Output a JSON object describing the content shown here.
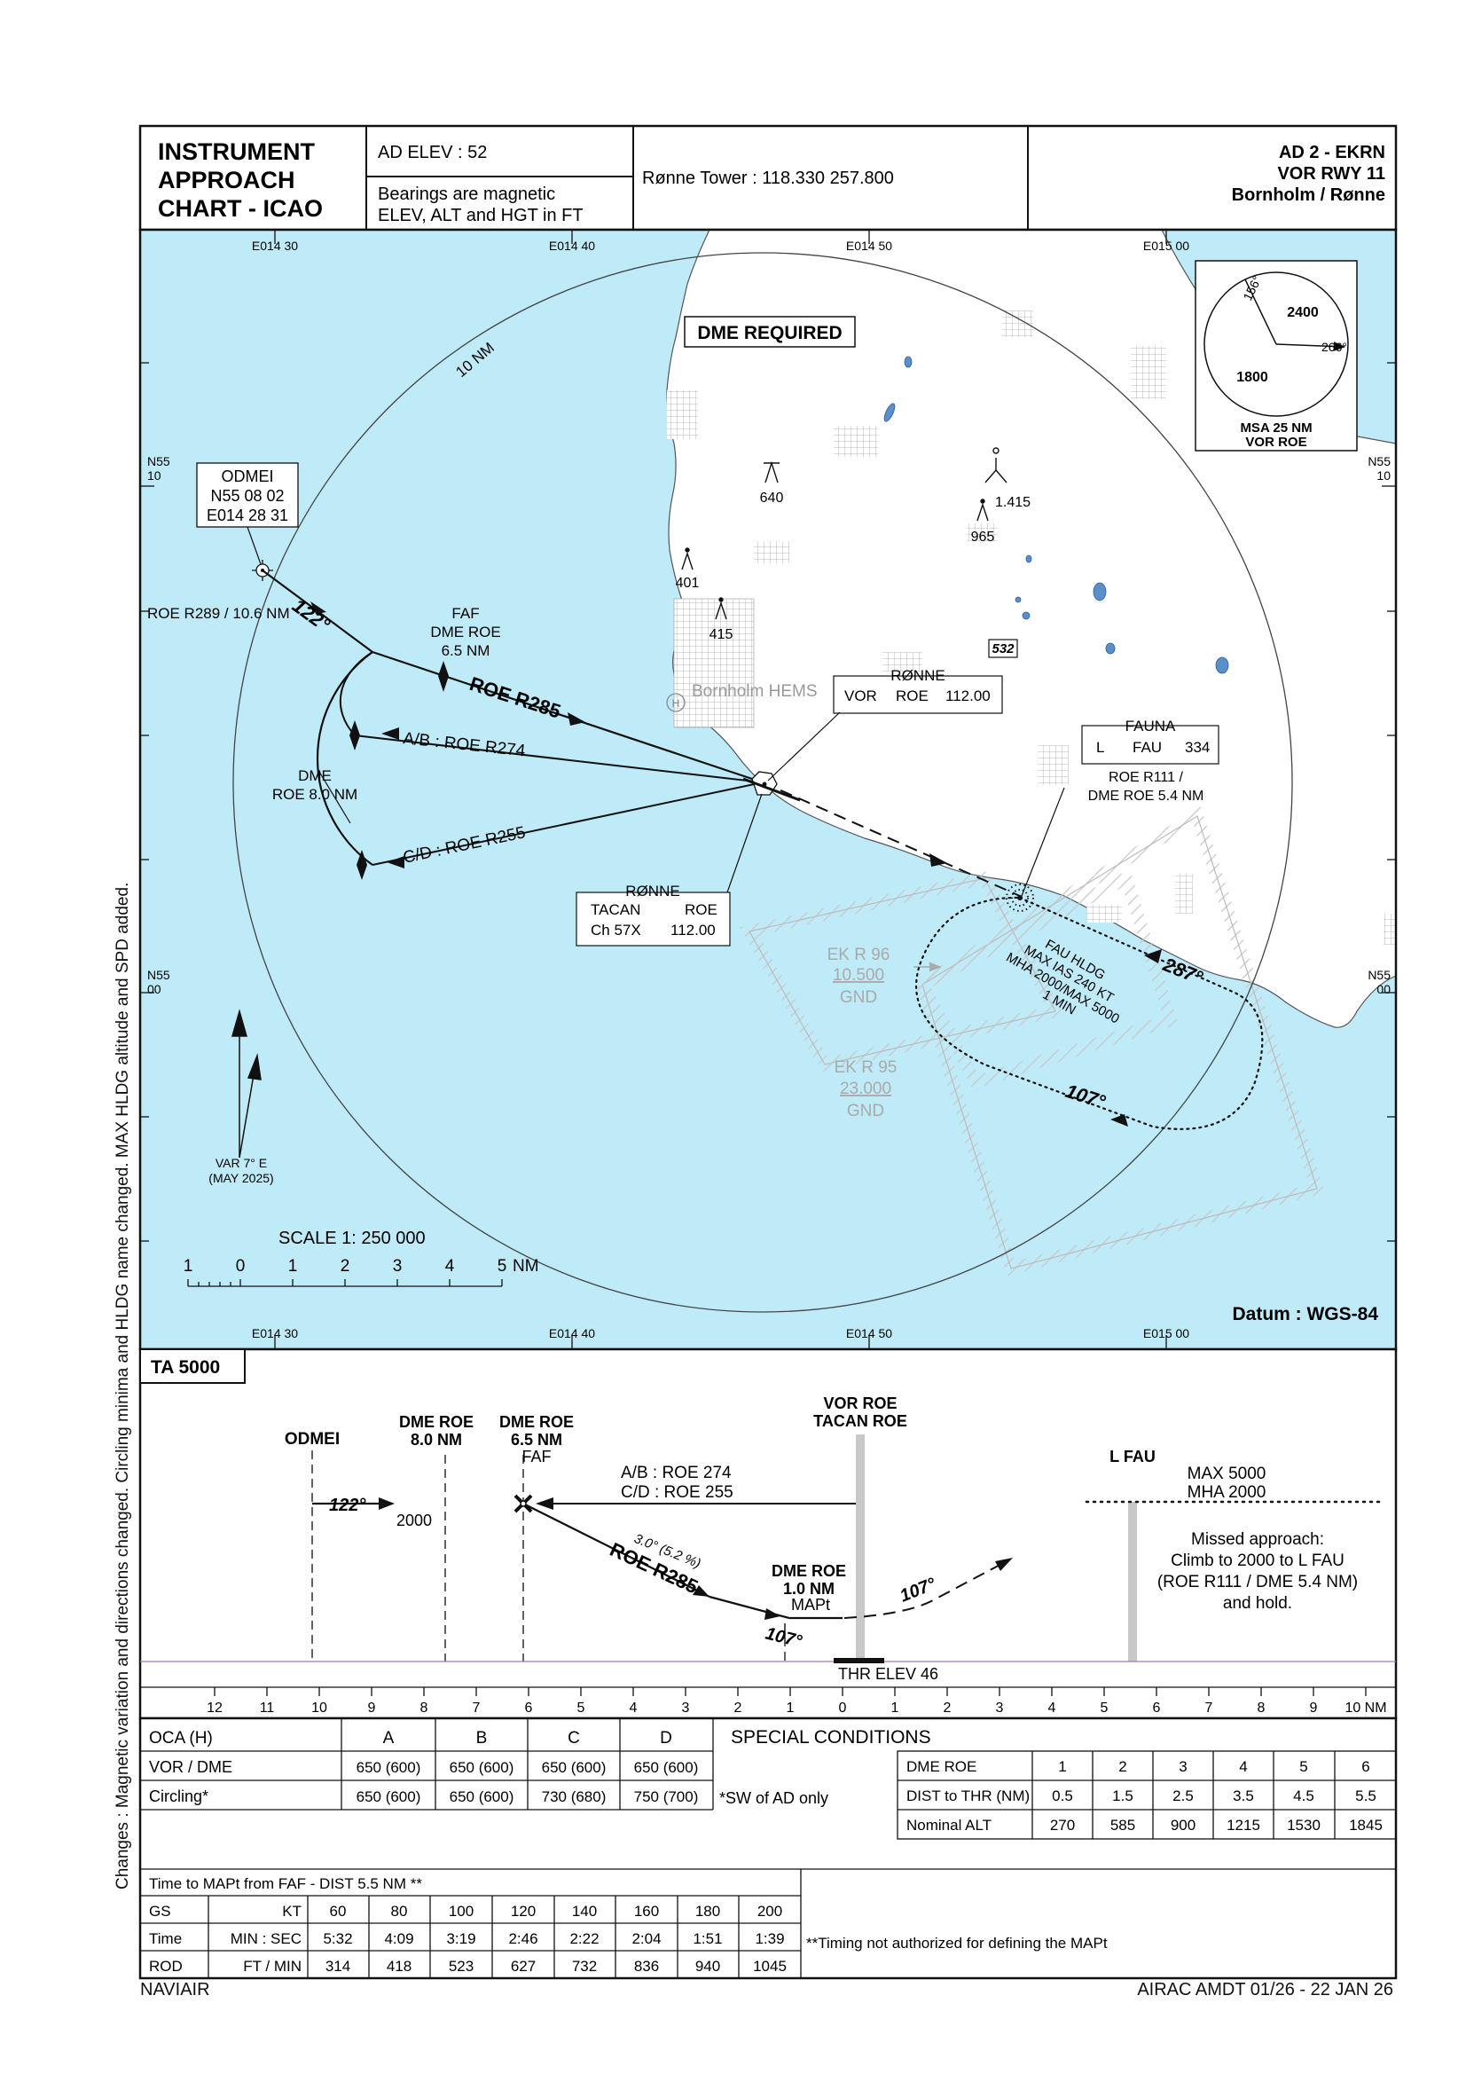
{
  "header": {
    "title_lines": [
      "INSTRUMENT",
      "APPROACH",
      "CHART - ICAO"
    ],
    "ad_elev": "AD ELEV : 52",
    "bearings": [
      "Bearings are magnetic",
      "ELEV, ALT and HGT in FT"
    ],
    "tower": "Rønne Tower : 118.330  257.800",
    "ident_lines": [
      "AD 2 - EKRN",
      "VOR RWY 11",
      "Bornholm / Rønne"
    ]
  },
  "map": {
    "lon_ticks": [
      "E014 30",
      "E014 40",
      "E014 50",
      "E015 00"
    ],
    "lat_ticks": [
      {
        "n": "N55",
        "m": "10"
      },
      {
        "n": "N55",
        "m": "00"
      }
    ],
    "dme_required": "DME REQUIRED",
    "ring_label": "10 NM",
    "msa": {
      "alt_ne": "2400",
      "alt_sw": "1800",
      "brg_1": "156°",
      "brg_2": "266°",
      "label": [
        "MSA 25 NM",
        "VOR ROE"
      ]
    },
    "odmei_box": [
      "ODMEI",
      "N55 08 02",
      "E014 28 31"
    ],
    "odmei_radial": "ROE R289 / 10.6 NM",
    "odmei_course": "122°",
    "faf_label": [
      "FAF",
      "DME ROE",
      "6.5 NM"
    ],
    "final_radial": "ROE R285",
    "ab_leg": "A/B : ROE R274",
    "cd_leg": "C/D : ROE R255",
    "dme_arc": [
      "DME",
      "ROE 8.0 NM"
    ],
    "obstacles": [
      "640",
      "401",
      "415",
      "1.415",
      "965"
    ],
    "spot_elev": "532",
    "hems": "Bornholm HEMS",
    "vor_box": {
      "title": "RØNNE",
      "type": "VOR",
      "ident": "ROE",
      "freq": "112.00"
    },
    "tacan_box": {
      "title": "RØNNE",
      "type": "TACAN",
      "ident": "ROE",
      "ch": "Ch  57X",
      "freq": "112.00"
    },
    "fauna_box": {
      "title": "FAUNA",
      "type": "L",
      "ident": "FAU",
      "freq": "334"
    },
    "fau_fix": [
      "ROE R111 /",
      "DME ROE 5.4 NM"
    ],
    "hold_label": [
      "FAU HLDG",
      "MAX IAS 240 KT",
      "MHA 2000/MAX 5000",
      "1 MIN"
    ],
    "hold_inbound": "287°",
    "hold_outbound": "107°",
    "area_r96": [
      "EK R 96",
      "10.500",
      "GND"
    ],
    "area_r95": [
      "EK R 95",
      "23.000",
      "GND"
    ],
    "variation": [
      "VAR 7° E",
      "(MAY 2025)"
    ],
    "scale_title": "SCALE 1: 250 000",
    "scale_ticks": [
      "1",
      "0",
      "1",
      "2",
      "3",
      "4",
      "5"
    ],
    "scale_unit": "NM",
    "datum": "Datum : WGS-84"
  },
  "profile": {
    "ta": "TA 5000",
    "odmei": "ODMEI",
    "dme8": [
      "DME ROE",
      "8.0 NM"
    ],
    "dme65": [
      "DME ROE",
      "6.5 NM",
      "FAF"
    ],
    "vor": [
      "VOR ROE",
      "TACAN ROE"
    ],
    "lfau": "L FAU",
    "course_122": "122°",
    "alt_2000": "2000",
    "legs": [
      "A/B : ROE 274",
      "C/D : ROE 255"
    ],
    "glide": "3.0° (5.2 %)",
    "final": "ROE R285",
    "mapt": [
      "DME ROE",
      "1.0 NM",
      "MAPt"
    ],
    "course_107": "107°",
    "miss_107": "107°",
    "hold_alt": [
      "MAX 5000",
      "MHA 2000"
    ],
    "missed": [
      "Missed approach:",
      "Climb to 2000 to L FAU",
      "(ROE R111 / DME 5.4 NM)",
      "and hold."
    ],
    "thr": "THR ELEV 46",
    "axis": [
      "12",
      "11",
      "10",
      "9",
      "8",
      "7",
      "6",
      "5",
      "4",
      "3",
      "2",
      "1",
      "0",
      "1",
      "2",
      "3",
      "4",
      "5",
      "6",
      "7",
      "8",
      "9",
      "10 NM"
    ]
  },
  "minima": {
    "headers": [
      "OCA (H)",
      "A",
      "B",
      "C",
      "D"
    ],
    "rows": [
      [
        "VOR / DME",
        "650 (600)",
        "650 (600)",
        "650 (600)",
        "650 (600)"
      ],
      [
        "Circling*",
        "650 (600)",
        "650 (600)",
        "730 (680)",
        "750 (700)"
      ]
    ],
    "note": "*SW of AD only",
    "special": "SPECIAL CONDITIONS"
  },
  "dme_table": {
    "rows": [
      [
        "DME ROE",
        "1",
        "2",
        "3",
        "4",
        "5",
        "6"
      ],
      [
        "DIST to THR (NM)",
        "0.5",
        "1.5",
        "2.5",
        "3.5",
        "4.5",
        "5.5"
      ],
      [
        "Nominal ALT",
        "270",
        "585",
        "900",
        "1215",
        "1530",
        "1845"
      ]
    ]
  },
  "timing": {
    "title": "Time to MAPt from FAF - DIST 5.5 NM **",
    "rows": [
      [
        "GS",
        "KT",
        "60",
        "80",
        "100",
        "120",
        "140",
        "160",
        "180",
        "200"
      ],
      [
        "Time",
        "MIN : SEC",
        "5:32",
        "4:09",
        "3:19",
        "2:46",
        "2:22",
        "2:04",
        "1:51",
        "1:39"
      ],
      [
        "ROD",
        "FT / MIN",
        "314",
        "418",
        "523",
        "627",
        "732",
        "836",
        "940",
        "1045"
      ]
    ],
    "note": "**Timing not authorized for defining the MAPt"
  },
  "footer": {
    "left": "NAVIAIR",
    "right": "AIRAC AMDT 01/26 - 22 JAN 26",
    "changes": "Changes : Magnetic variation and directions changed. Circling minima and HLDG name changed. MAX HLDG altitude and SPD added."
  },
  "colors": {
    "water": "#bfeaf8",
    "land": "#ffffff",
    "lake": "#5b8fc9",
    "grey": "#c8c8c8"
  }
}
